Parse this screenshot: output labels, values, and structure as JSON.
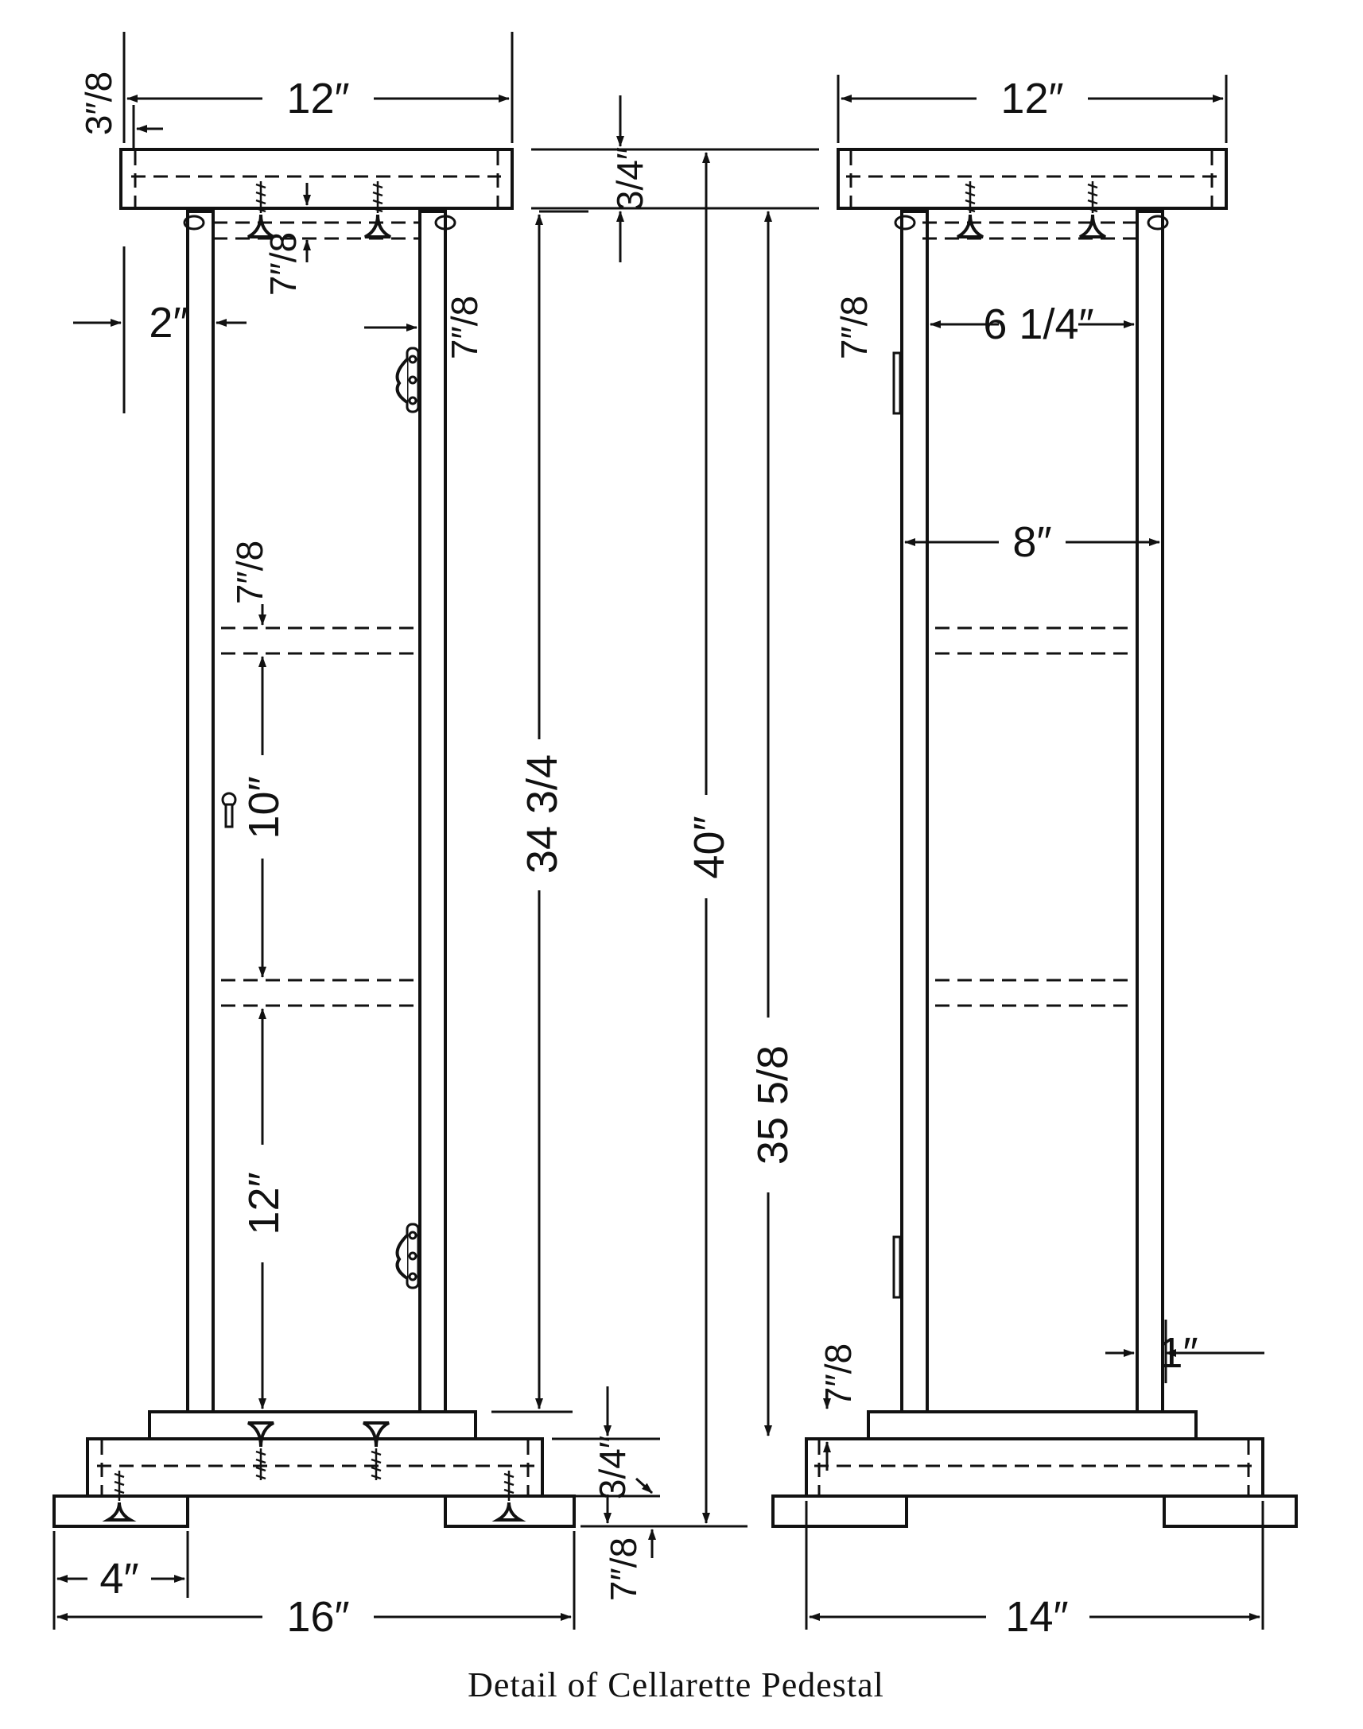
{
  "caption": "Detail of Cellarette Pedestal",
  "front_view": {
    "top_width": "12″",
    "top_offset": "3″/8",
    "rail_thickness_top": "7″/8",
    "post_width": "2″",
    "door_edge": "7″/8",
    "shelf_thickness": "7″/8",
    "compartment_upper": "10″",
    "compartment_lower": "12″",
    "post_height": "34 3/4",
    "overall_height": "40″",
    "base_width_foot": "4″",
    "base_overall": "16″"
  },
  "center_dims": {
    "top_thickness": "3/4″",
    "base_thickness": "3/4″",
    "foot_thickness": "7″/8",
    "inner_height": "35 5/8"
  },
  "side_view": {
    "top_width": "12″",
    "post_face": "7″/8",
    "inner_top": "6 1/4″",
    "inner_width": "8″",
    "post_side": "1″",
    "plinth": "7″/8",
    "base_overall": "14″"
  }
}
